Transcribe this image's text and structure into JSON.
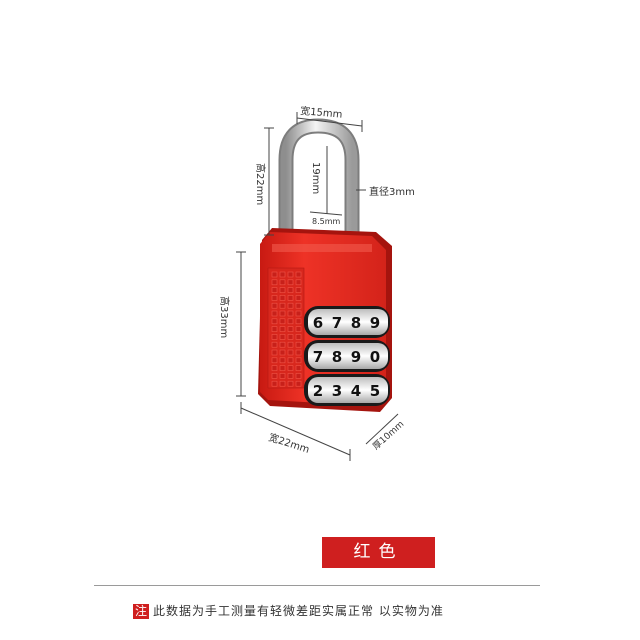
{
  "dimensions": {
    "shackle_width": "宽15mm",
    "shackle_height": "高22mm",
    "shackle_inner_height": "19mm",
    "shackle_diameter": "直径3mm",
    "shackle_gap": "8.5mm",
    "body_height": "高33mm",
    "body_width": "宽22mm",
    "body_thickness": "厚10mm"
  },
  "dials": {
    "row1": [
      "6",
      "7",
      "8",
      "9"
    ],
    "row2": [
      "7",
      "8",
      "9",
      "0"
    ],
    "row3": [
      "2",
      "3",
      "4",
      "5"
    ]
  },
  "color_label": "红色",
  "note": {
    "mark": "注",
    "text": "此数据为手工测量有轻微差距实属正常  以实物为准"
  },
  "colors": {
    "lock_red": "#e8291e",
    "badge_red": "#cf1f1f",
    "shackle_silver": "#c9c9c9"
  }
}
